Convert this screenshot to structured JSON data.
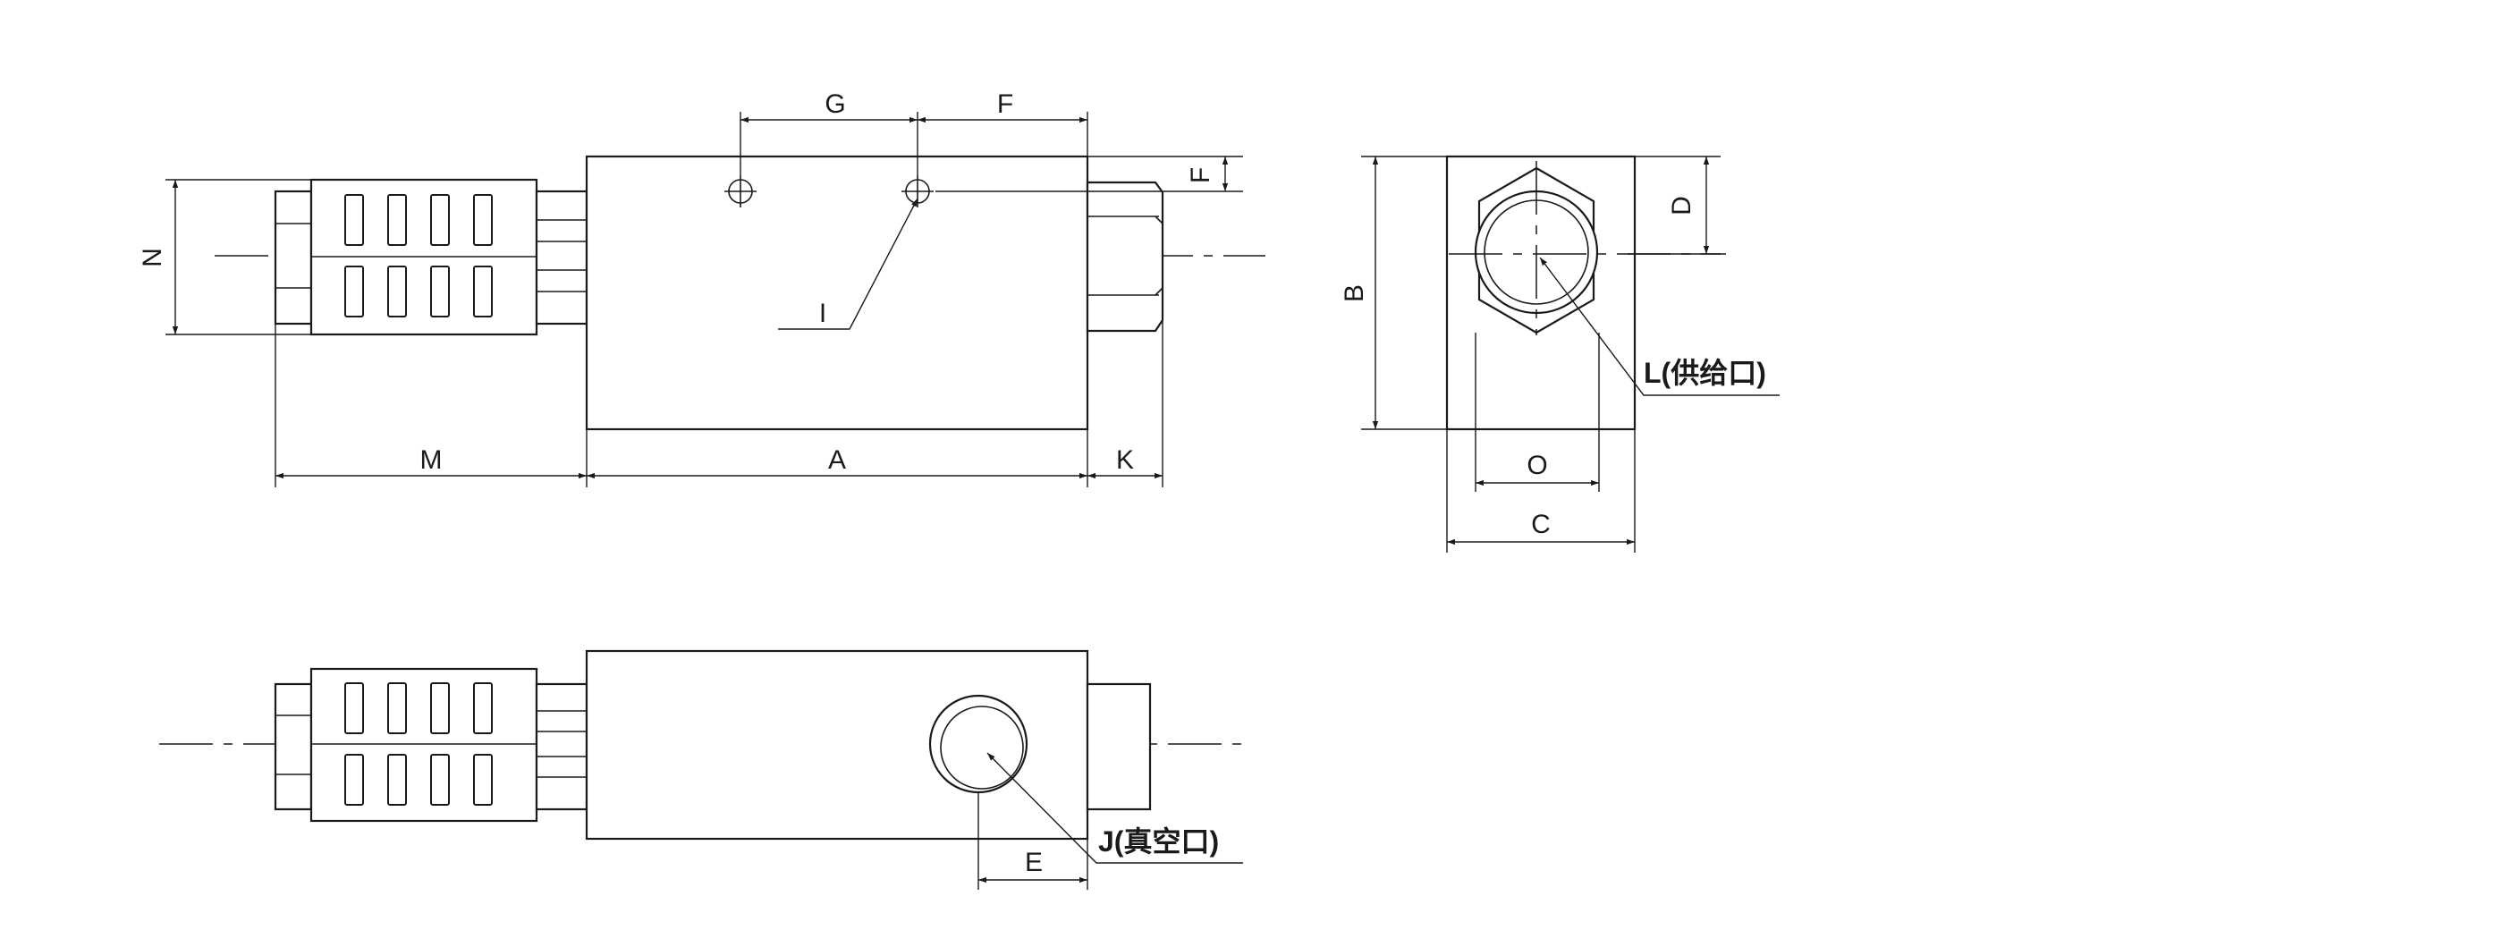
{
  "labels": {
    "G": "G",
    "F_top": "F",
    "F_side": "F",
    "N": "N",
    "I": "I",
    "M": "M",
    "A": "A",
    "K": "K",
    "B": "B",
    "D": "D",
    "L": "L(供给口)",
    "O": "O",
    "C": "C",
    "E": "E",
    "J": "J(真空口)"
  },
  "colors": {
    "line": "#1a1a1a",
    "background": "#ffffff"
  }
}
